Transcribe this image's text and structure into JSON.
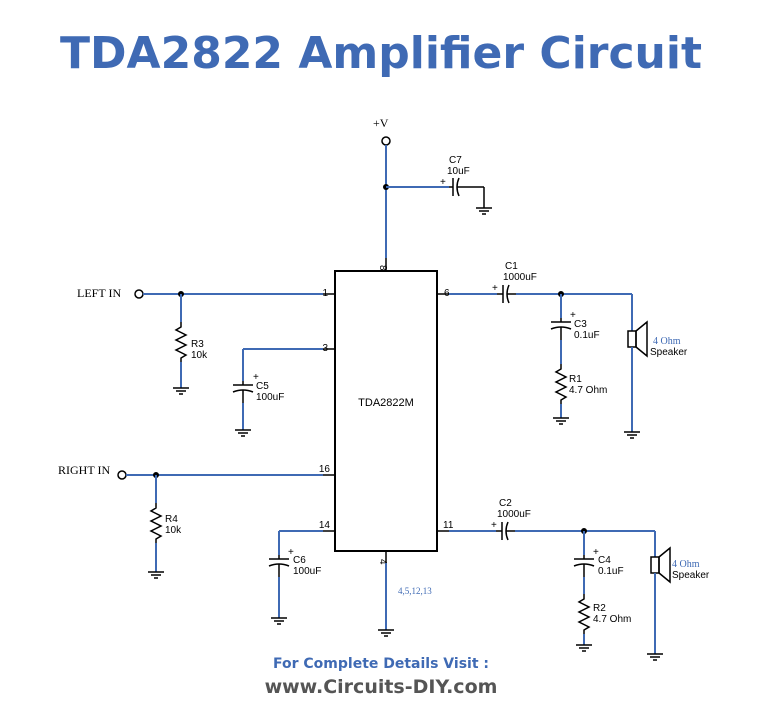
{
  "title": "TDA2822 Amplifier Circuit",
  "ic": {
    "name": "TDA2822M",
    "pins": {
      "p1": "1",
      "p3": "3",
      "p6": "6",
      "p8": "8",
      "p16": "16",
      "p14": "14",
      "p11": "11",
      "p4": "4"
    },
    "gnd_pins": "4,5,12,13"
  },
  "supply": "+V",
  "inputs": {
    "left": "LEFT IN",
    "right": "RIGHT IN"
  },
  "components": {
    "c7": {
      "name": "C7",
      "value": "10uF"
    },
    "c1": {
      "name": "C1",
      "value": "1000uF"
    },
    "c3": {
      "name": "C3",
      "value": "0.1uF"
    },
    "r1": {
      "name": "R1",
      "value": "4.7 Ohm"
    },
    "r3": {
      "name": "R3",
      "value": "10k"
    },
    "c5": {
      "name": "C5",
      "value": "100uF"
    },
    "r4": {
      "name": "R4",
      "value": "10k"
    },
    "c6": {
      "name": "C6",
      "value": "100uF"
    },
    "c2": {
      "name": "C2",
      "value": "1000uF"
    },
    "c4": {
      "name": "C4",
      "value": "0.1uF"
    },
    "r2": {
      "name": "R2",
      "value": "4.7 Ohm"
    }
  },
  "speakers": {
    "top": {
      "ohm": "4 Ohm",
      "label": "Speaker"
    },
    "bottom": {
      "ohm": "4 Ohm",
      "label": "Speaker"
    }
  },
  "polarity_mark": "+",
  "footer": {
    "line1": "For Complete Details Visit :",
    "line2": "www.Circuits-DIY.com"
  },
  "colors": {
    "wire": "#3f6ab4",
    "title": "#3f6ab4",
    "footer_url": "#555555"
  }
}
